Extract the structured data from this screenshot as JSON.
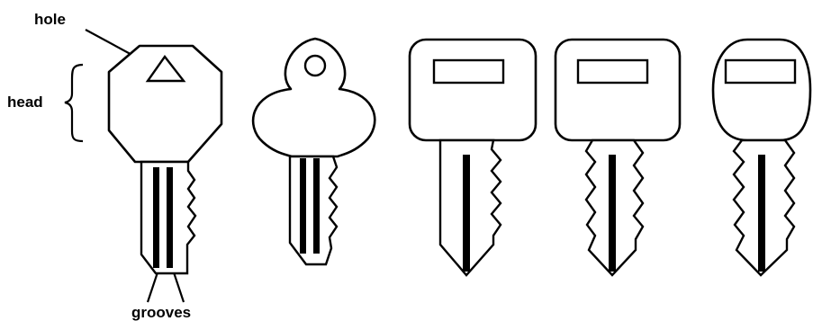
{
  "labels": {
    "hole": "hole",
    "head": "head",
    "grooves": "grooves"
  },
  "colors": {
    "line": "#000000",
    "background": "#ffffff"
  }
}
